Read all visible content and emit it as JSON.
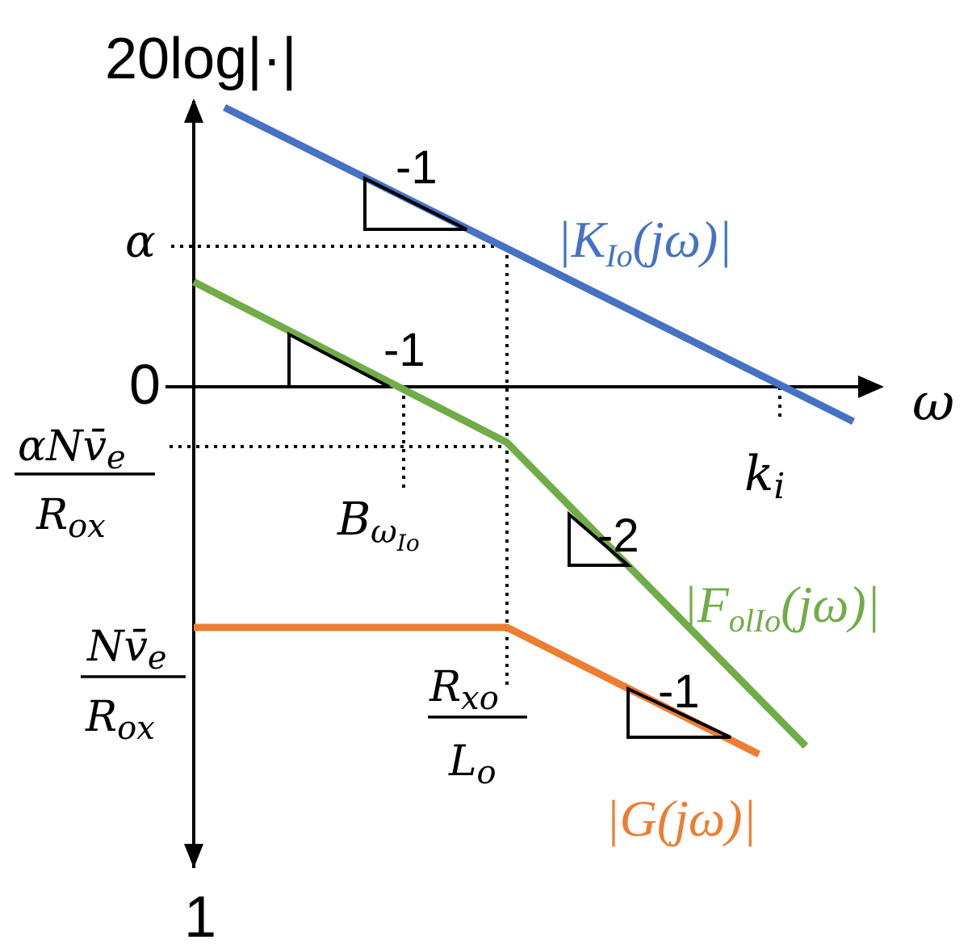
{
  "diagram": {
    "y_axis_label": "20log|·|",
    "x_axis_label": "ω",
    "y_axis_bottom_label": "1",
    "zero_label": "0",
    "alpha_label": "α",
    "alpha_level": {
      "numerator_main": "αN",
      "numerator_vbar": "v̄",
      "numerator_sub": "e",
      "denominator_main": "R",
      "denominator_sub": "ox"
    },
    "g_level": {
      "numerator_main": "N",
      "numerator_vbar": "v̄",
      "numerator_sub": "e",
      "denominator_main": "R",
      "denominator_sub": "ox"
    },
    "bandwidth": {
      "main": "B",
      "sub": "ω",
      "subsub": "Io"
    },
    "corner_freq": {
      "numerator_main": "R",
      "numerator_sub": "xo",
      "denominator_main": "L",
      "denominator_sub": "o"
    },
    "ki": {
      "main": "k",
      "sub": "i"
    },
    "curves": {
      "K": {
        "prefix": "|K",
        "sub": "Io",
        "suffix": "(jω)|",
        "color": "#4472C4"
      },
      "F": {
        "prefix": "|F",
        "sub": "olIo",
        "suffix": "(jω)|",
        "color": "#70AD47"
      },
      "G": {
        "prefix": "|G(jω)|",
        "color": "#ED7D31"
      }
    },
    "slopes": {
      "K": "-1",
      "F_low": "-1",
      "F_high": "-2",
      "G": "-1"
    },
    "axis_color": "#000000"
  }
}
